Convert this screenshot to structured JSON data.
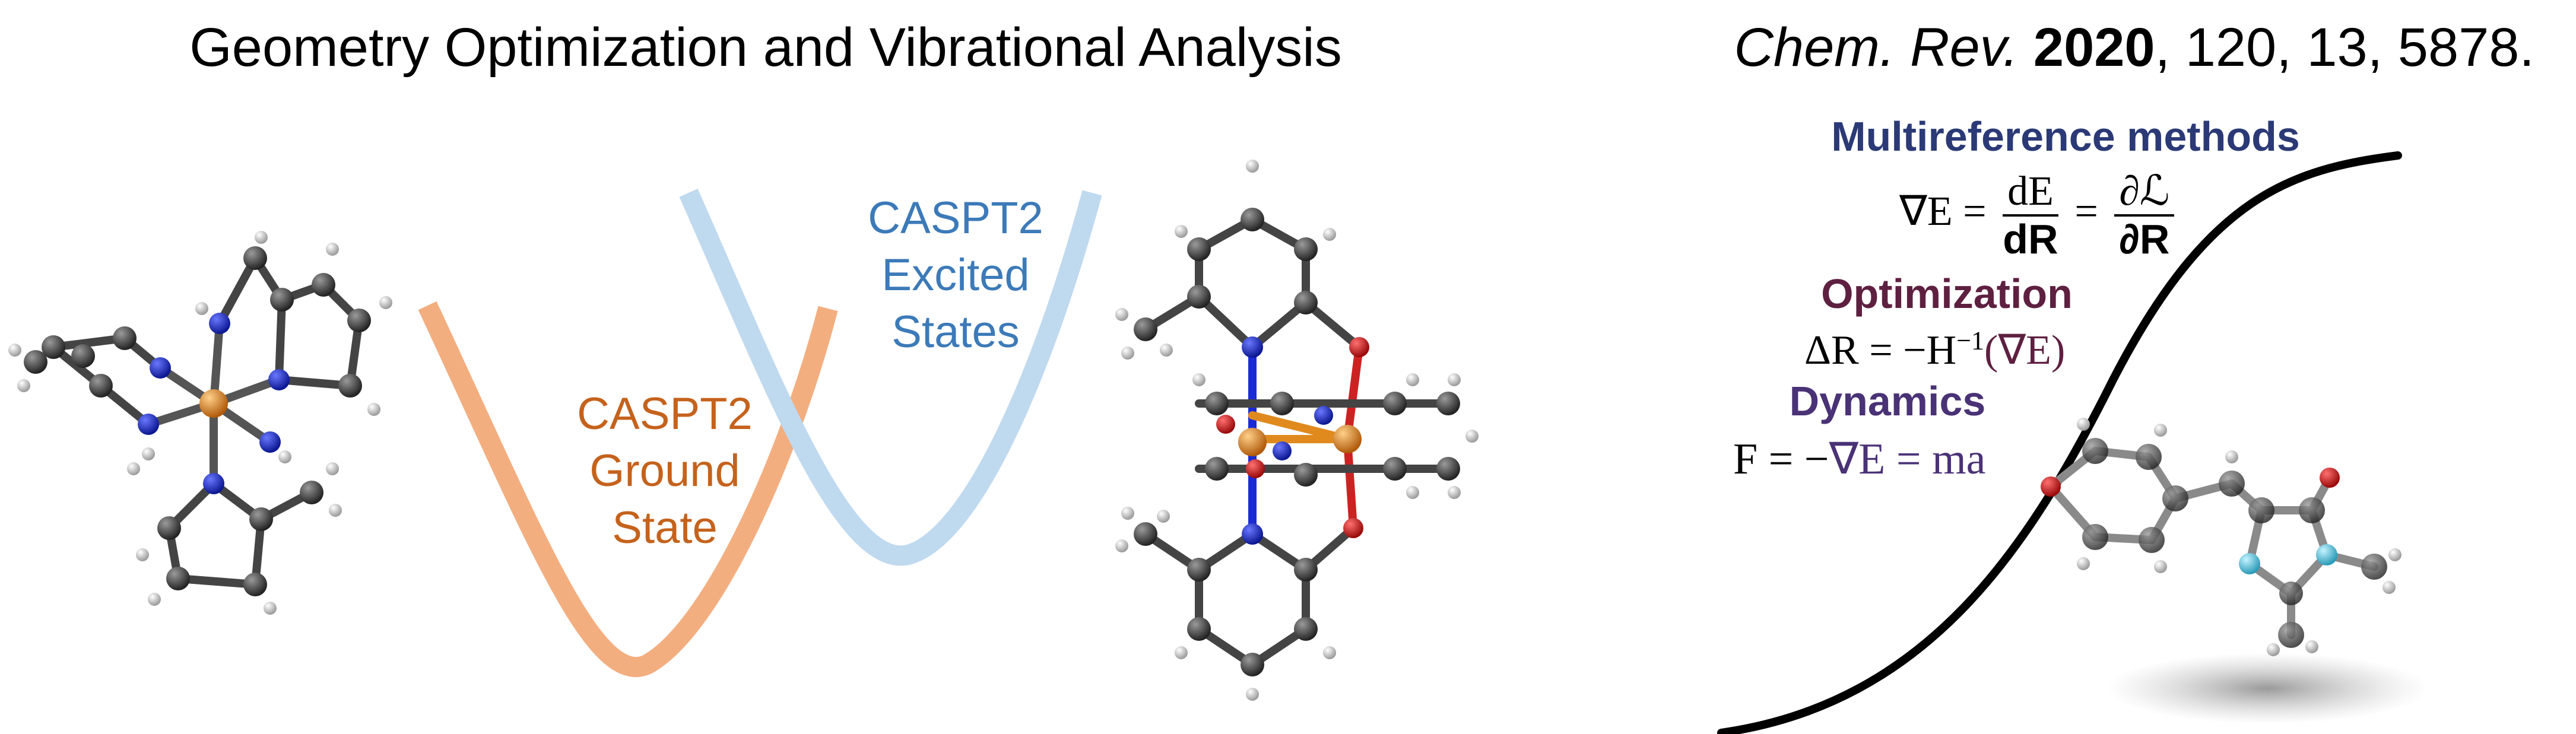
{
  "header": {
    "title": "Geometry Optimization and Vibrational Analysis",
    "citation": {
      "journal": "Chem. Rev.",
      "year": "2020",
      "details": ", 120, 13, 5878."
    }
  },
  "potential_curves": {
    "ground_label": [
      "CASPT2",
      "Ground",
      "State"
    ],
    "excited_label": [
      "CASPT2",
      "Excited",
      "States"
    ],
    "colors": {
      "ground": "#f3ae80",
      "ground_text": "#c5621c",
      "excited": "#bfd9ef",
      "excited_text": "#3c7ab8"
    }
  },
  "methods": {
    "multireference_heading": "Multireference methods",
    "gradient_lhs": "∇E =",
    "gradient_frac1_num": "dE",
    "gradient_frac1_den": "dR",
    "gradient_eq": "=",
    "gradient_frac2_num": "∂ℒ",
    "gradient_frac2_den": "∂R",
    "optimization_heading": "Optimization",
    "optimization_eq_lhs": "ΔR = −H",
    "optimization_eq_sup": "−1",
    "optimization_eq_rhs": "(∇E)",
    "dynamics_heading": "Dynamics",
    "dynamics_eq_lhs": "F = −",
    "dynamics_eq_mid": "∇E = ma",
    "colors": {
      "multireference": "#2b3a76",
      "optimization": "#5e2040",
      "dynamics": "#4a3276"
    }
  },
  "molecules": {
    "left_complex": "iron-complex-molecule",
    "right_complex": "dimer-complex-molecule",
    "chromophore": "chromophore-molecule",
    "atom_colors": {
      "carbon": "#3a3a3a",
      "hydrogen": "#f2f2f2",
      "nitrogen": "#1a2bd6",
      "oxygen": "#d81a1a",
      "metal": "#e08a1e",
      "cyan_nitrogen": "#5fd0e8"
    }
  }
}
